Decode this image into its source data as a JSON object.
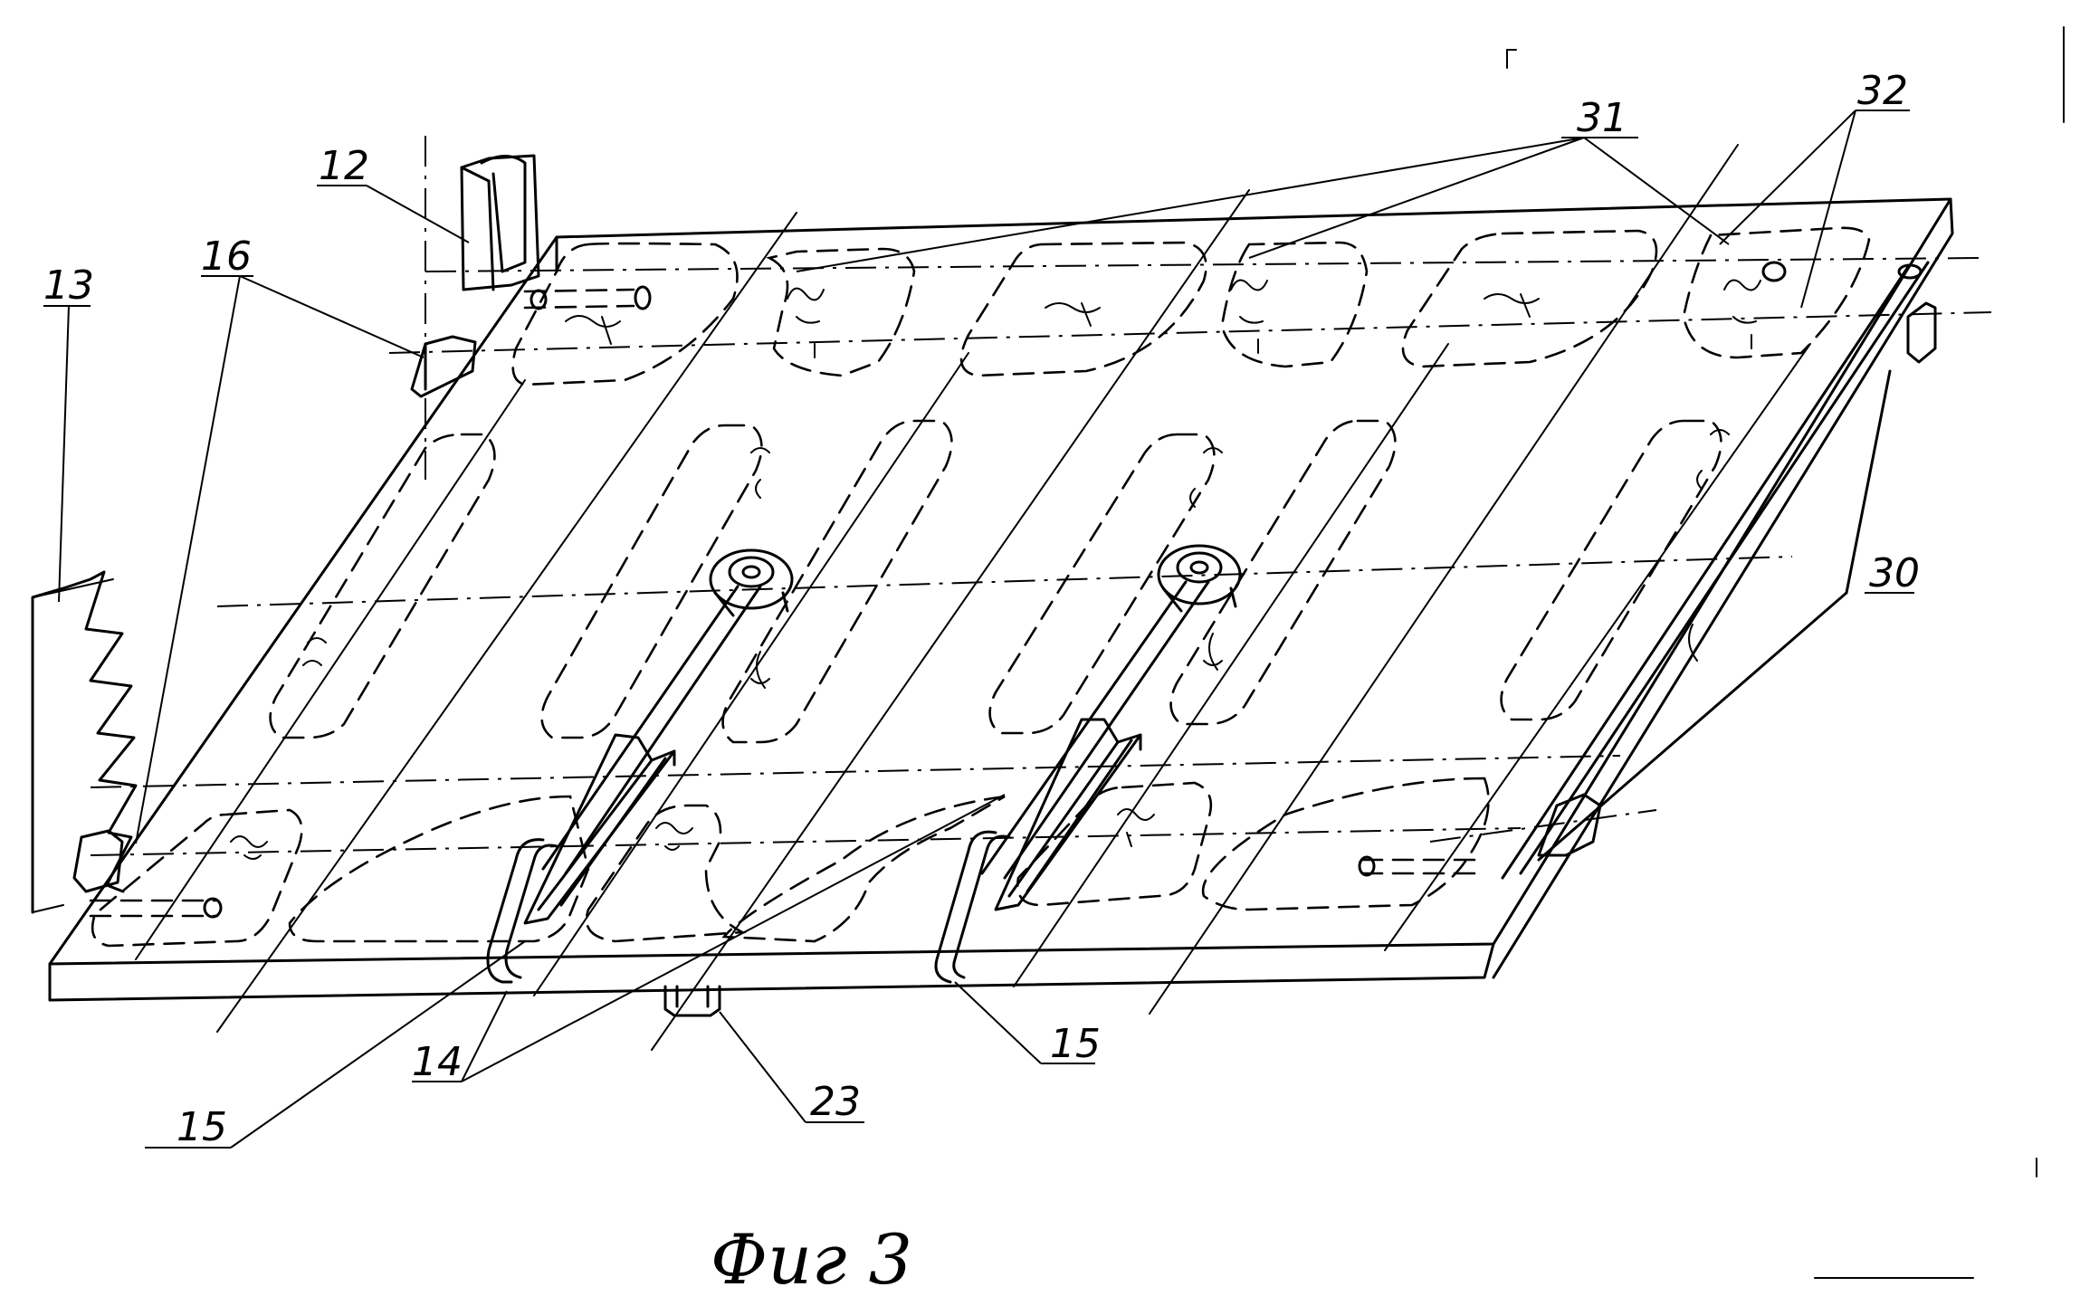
{
  "figure": {
    "caption": "Фиг 3",
    "labels": {
      "l12": "12",
      "l13": "13",
      "l14": "14",
      "l15a": "15",
      "l15b": "15",
      "l16": "16",
      "l23": "23",
      "l30": "30",
      "l31": "31",
      "l32": "32"
    }
  }
}
